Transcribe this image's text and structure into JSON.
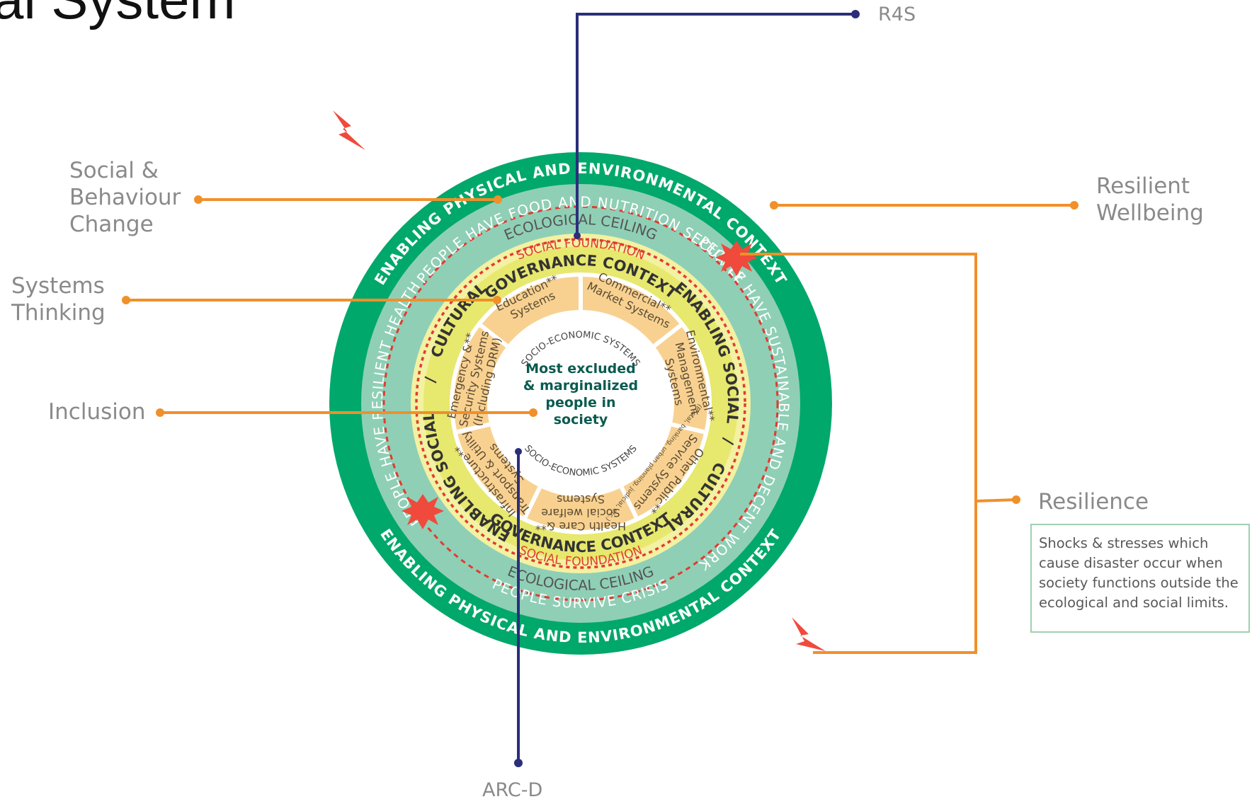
{
  "title": "al System",
  "callouts": {
    "sbc": "Social &\nBehaviour\nChange",
    "systems": "Systems\nThinking",
    "inclusion": "Inclusion",
    "r4s": "R4S",
    "wellbeing": "Resilient\nWellbeing",
    "resilience": "Resilience",
    "arcd": "ARC-D"
  },
  "resilience_note": "Shocks & stresses which cause disaster occur when society functions outside the ecological and social limits.",
  "rings": {
    "outer_top": "ENABLING PHYSICAL AND ENVIRONMENTAL CONTEXT",
    "outer_bottom": "ENABLING PHYSICAL AND ENVIRONMENTAL CONTEXT",
    "ceiling_top": "ECOLOGICAL CEILING",
    "ceiling_bottom": "ECOLOGICAL CEILING",
    "food": "PEOPLE HAVE FOOD AND NUTRITION SECURITY",
    "health": "PEOPLE HAVE RESILIENT HEALTH",
    "work": "PEOPLE HAVE SUSTAINABLE AND DECENT WORK",
    "crisis": "PEOPLE SURVIVE CRISIS",
    "foundation_top": "SOCIAL FOUNDATION",
    "foundation_bottom": "SOCIAL FOUNDATION",
    "governance_top": "GOVERNANCE  CONTEXT",
    "governance_bottom": "GOVERNANCE  CONTEXT",
    "cultural_left": "CULTURAL",
    "cultural_right": "CULTURAL",
    "social_left": "ENABLING SOCIAL",
    "social_right": "ENABLING SOCIAL",
    "slash": "/",
    "socio_top": "SOCIO-ECONOMIC SYSTEMS",
    "socio_bottom": "SOCIO-ECONOMIC SYSTEMS"
  },
  "segments": [
    {
      "l1": "Education**",
      "l2": "Systems",
      "l3": ""
    },
    {
      "l1": "Commercial**",
      "l2": "Market Systems",
      "l3": ""
    },
    {
      "l1": "Environmental**",
      "l2": "Management",
      "l3": "Systems"
    },
    {
      "l1": "Other Public**",
      "l2": "Service Systems",
      "l3": "(Postal, banking, urban planning, judicial, etc.)"
    },
    {
      "l1": "Health Care &**",
      "l2": "Social welfare",
      "l3": "Systems"
    },
    {
      "l1": "Infrastructure**",
      "l2": "Transport & Utility",
      "l3": "Systems"
    },
    {
      "l1": "Emergency &**",
      "l2": "Security Systems",
      "l3": "(Including DRM)"
    }
  ],
  "center": [
    "Most excluded",
    "& marginalized",
    "people in",
    "society"
  ],
  "colors": {
    "outer": "#00a86b",
    "teal": "#8fcfb6",
    "yellow_light": "#f3f1a2",
    "yellow": "#e7e86e",
    "segment": "#f8d191",
    "orange": "#f0902a",
    "navy": "#2b2e7a",
    "dotted": "#e23b2f",
    "center_text": "#0a5b4f"
  }
}
